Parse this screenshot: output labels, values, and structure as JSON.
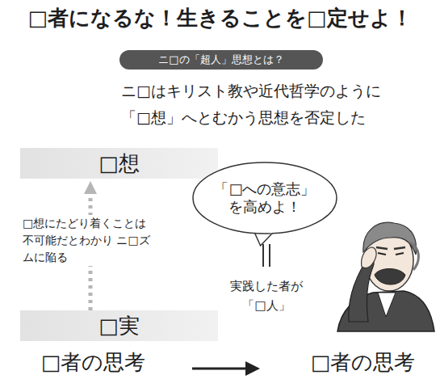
{
  "diagram": {
    "title": "□者になるな！生きることを□定せよ！",
    "nodes": [
      {
        "text": [
          "ニ□の「超人」思想とは？"
        ]
      },
      {
        "text": [
          "□想"
        ]
      },
      {
        "text": [
          "「□への意志」 を高めよ！"
        ]
      },
      {
        "text": [
          "□実"
        ]
      }
    ],
    "edges": [
      {
        "from": 3,
        "to": 1,
        "arrow": "to",
        "label": "□想にたどり着くことは 不可能だとわかり ニ□ズムに陥る"
      }
    ],
    "labels": [
      "ニ□はキリスト教や近代哲学のように 「□想」へとむかう思想を否定した",
      "実践した者が 「□人」",
      "□者の思考",
      "□者の思考"
    ]
  }
}
